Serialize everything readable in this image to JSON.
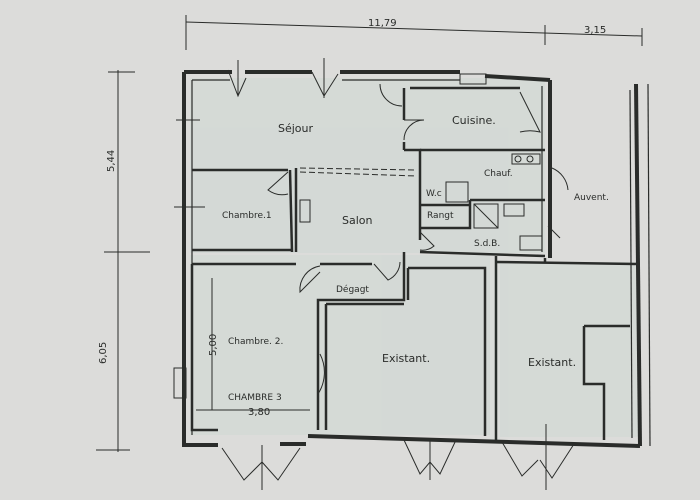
{
  "colors": {
    "paper": "#dcdcda",
    "ink": "#2a2c2a",
    "floor": "#cfd8d4"
  },
  "dimensions": {
    "top_width": "11,79",
    "top_right": "3,15",
    "left_upper": "5,44",
    "left_lower": "6,05",
    "chambre3_width": "3,80",
    "chambre3_height": "5,00"
  },
  "rooms": {
    "sejour": "Séjour",
    "cuisine": "Cuisine.",
    "chauf": "Chauf.",
    "wc": "W.c",
    "rangt": "Rangt",
    "sdb": "S.d.B.",
    "auvent": "Auvent.",
    "chambre1": "Chambre.1",
    "salon": "Salon",
    "degagt": "Dégagt",
    "chambre2": "Chambre. 2.",
    "chambre3": "CHAMBRE 3",
    "existant1": "Existant.",
    "existant2": "Existant."
  }
}
